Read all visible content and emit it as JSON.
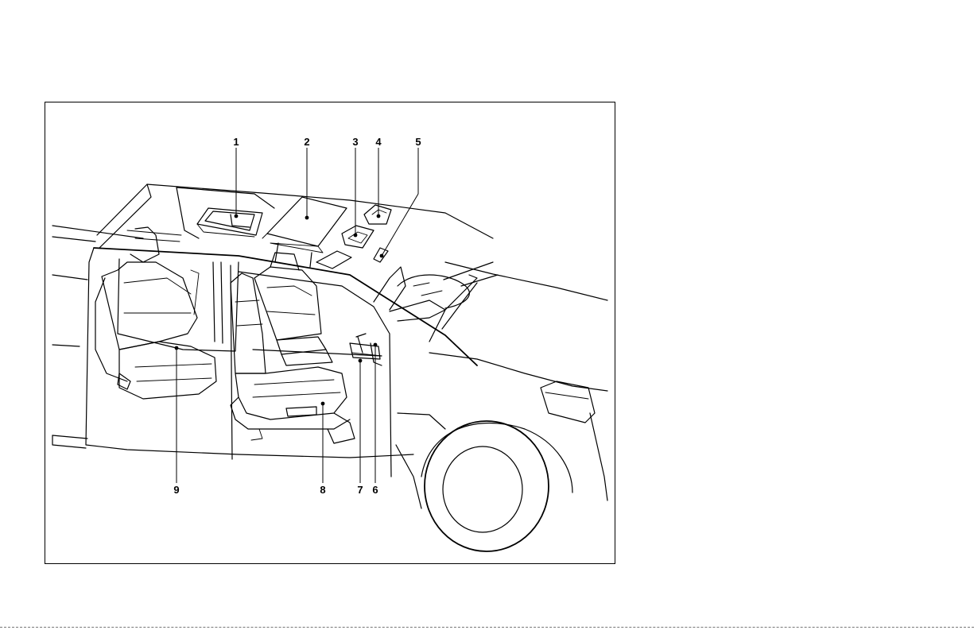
{
  "figure": {
    "callouts": [
      {
        "label": "1"
      },
      {
        "label": "2"
      },
      {
        "label": "3"
      },
      {
        "label": "4"
      },
      {
        "label": "5"
      },
      {
        "label": "6"
      },
      {
        "label": "7"
      },
      {
        "label": "8"
      },
      {
        "label": "9"
      }
    ]
  },
  "colors": {
    "line": "#000000",
    "background": "#ffffff"
  }
}
